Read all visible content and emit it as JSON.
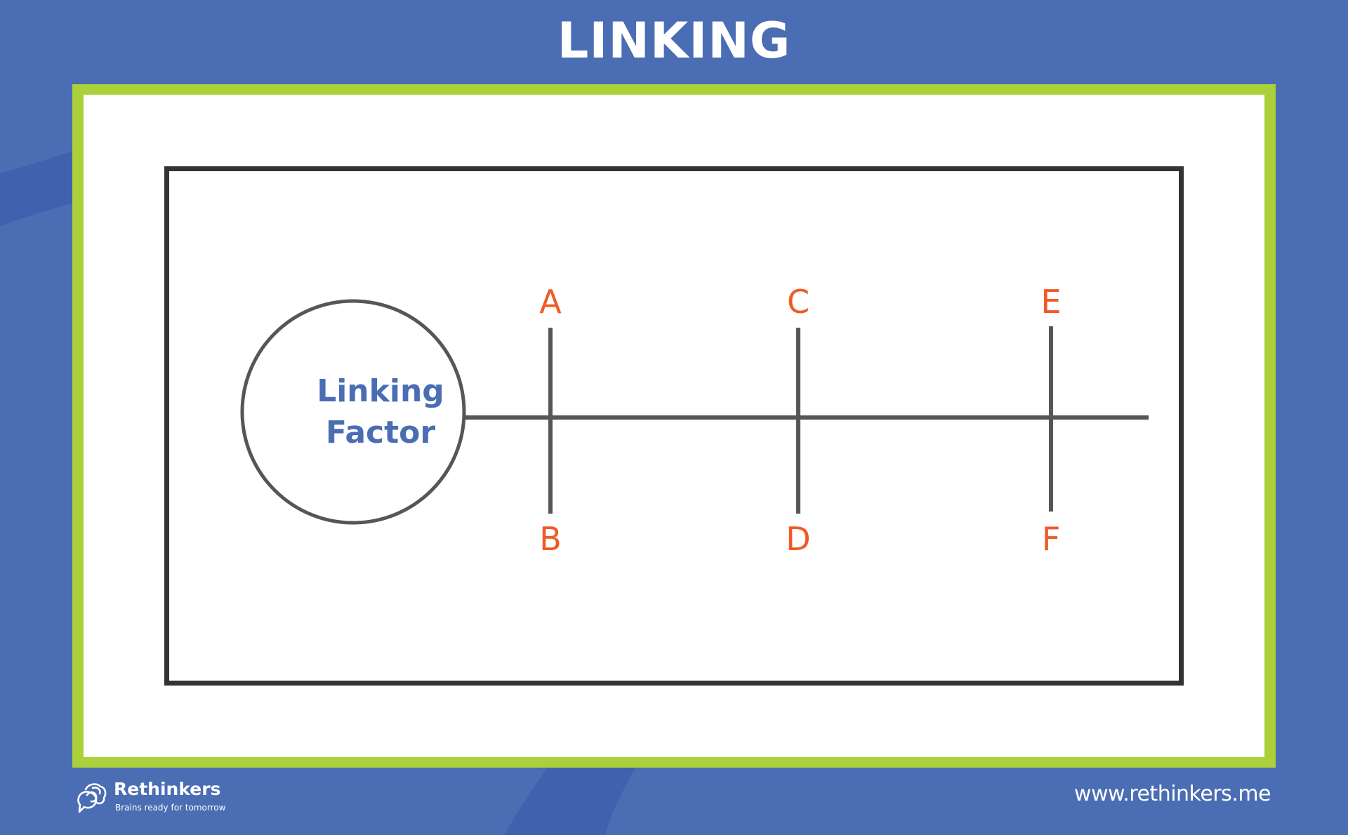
{
  "page": {
    "title": "LINKING",
    "colors": {
      "background": "#4a6db3",
      "background_shape": "#4061ae",
      "frame": "#abd03a",
      "panel": "#ffffff",
      "stroke": "#555658",
      "box_stroke": "#333333",
      "label_accent": "#f05a28",
      "center_text": "#4a6db3"
    }
  },
  "diagram": {
    "center_node": {
      "line1": "Linking",
      "line2": "Factor"
    },
    "branches": [
      {
        "top_label": "A",
        "bottom_label": "B"
      },
      {
        "top_label": "C",
        "bottom_label": "D"
      },
      {
        "top_label": "E",
        "bottom_label": "F"
      }
    ]
  },
  "footer": {
    "brand_name": "Rethinkers",
    "tagline": "Brains ready for tomorrow",
    "logo_icon": "speech-bubbles-icon",
    "url": "www.rethinkers.me"
  }
}
